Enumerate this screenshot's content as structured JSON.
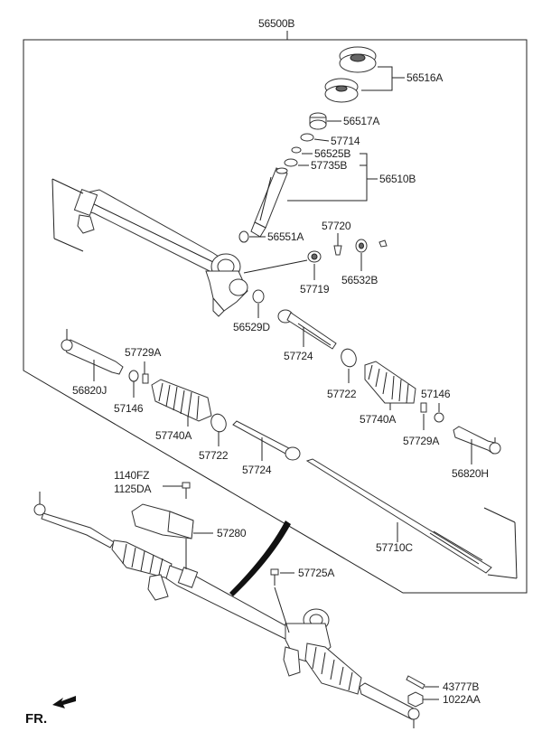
{
  "labels": {
    "assembly": "56500B",
    "l56516A": "56516A",
    "l56517A": "56517A",
    "l57714": "57714",
    "l56525B": "56525B",
    "l57735B": "57735B",
    "l56510B": "56510B",
    "l57720": "57720",
    "l56551A": "56551A",
    "l57719": "57719",
    "l56532B": "56532B",
    "l56529D": "56529D",
    "l57729A_left": "57729A",
    "l56820J": "56820J",
    "l57146_left": "57146",
    "l57724_upper": "57724",
    "l57722_right": "57722",
    "l57740A_right": "57740A",
    "l57146_right": "57146",
    "l57729A_right": "57729A",
    "l57740A_left": "57740A",
    "l57722_left": "57722",
    "l57724_lower": "57724",
    "l56820H": "56820H",
    "l1140FZ": "1140FZ",
    "l1125DA": "1125DA",
    "l57280": "57280",
    "l57710C": "57710C",
    "l57725A": "57725A",
    "l43777B": "43777B",
    "l1022AA": "1022AA",
    "fr": "FR."
  }
}
